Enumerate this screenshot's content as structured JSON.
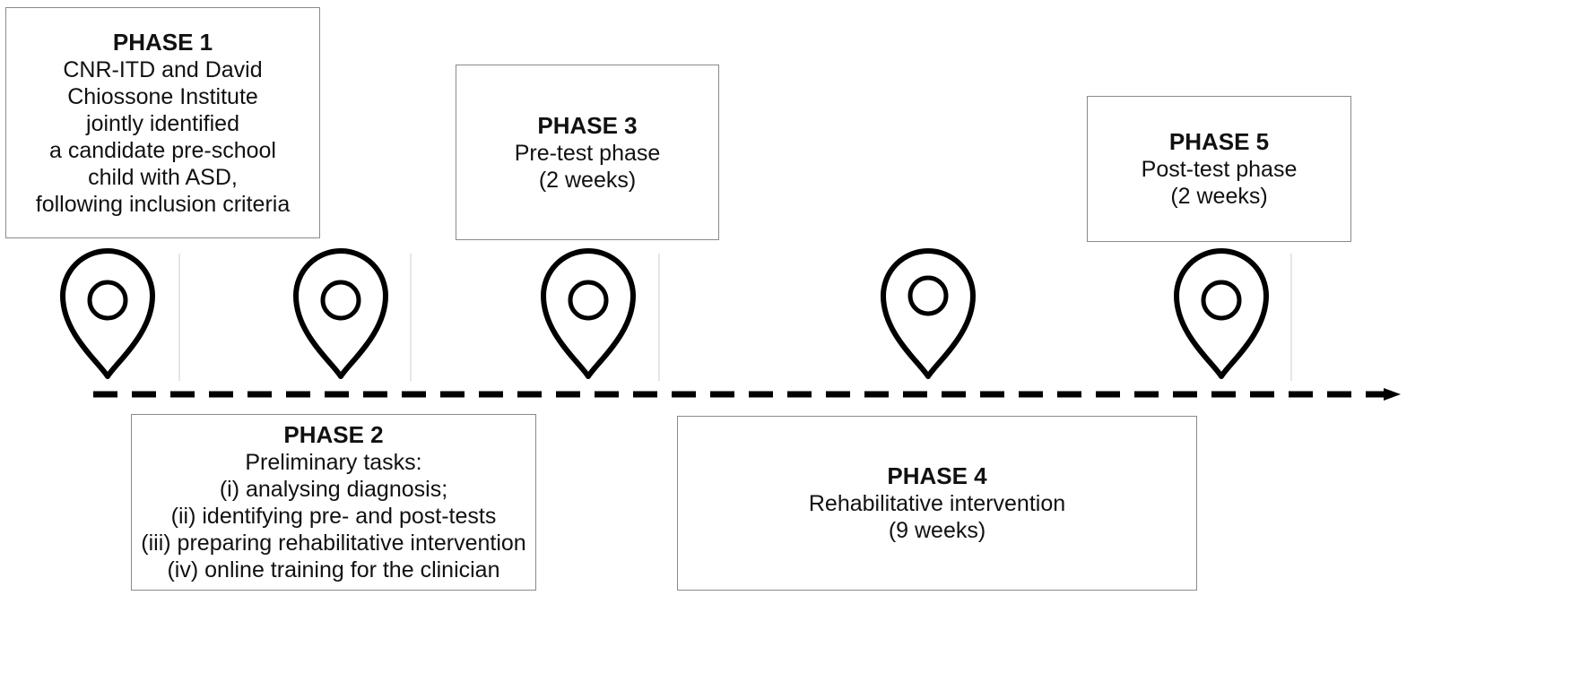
{
  "phases": [
    {
      "title": "PHASE 1",
      "lines": [
        "CNR-ITD and David",
        "Chiossone Institute",
        "jointly identified",
        "a candidate pre-school",
        "child with ASD,",
        "following inclusion criteria"
      ]
    },
    {
      "title": "PHASE 2",
      "lines": [
        "Preliminary tasks:",
        "(i) analysing diagnosis;",
        "(ii) identifying pre- and post-tests",
        "(iii) preparing rehabilitative intervention",
        "(iv) online training for the clinician"
      ]
    },
    {
      "title": "PHASE 3",
      "lines": [
        "Pre-test phase",
        "(2 weeks)"
      ]
    },
    {
      "title": "PHASE 4",
      "lines": [
        "Rehabilitative intervention",
        "(9 weeks)"
      ]
    },
    {
      "title": "PHASE 5",
      "lines": [
        "Post-test phase",
        "(2 weeks)"
      ]
    }
  ],
  "colors": {
    "line": "#000000",
    "box_border": "#8a8a8a",
    "separator": "#e6e6e6"
  },
  "icons": {
    "marker": "map-pin-icon",
    "timeline": "dashed-arrow"
  }
}
